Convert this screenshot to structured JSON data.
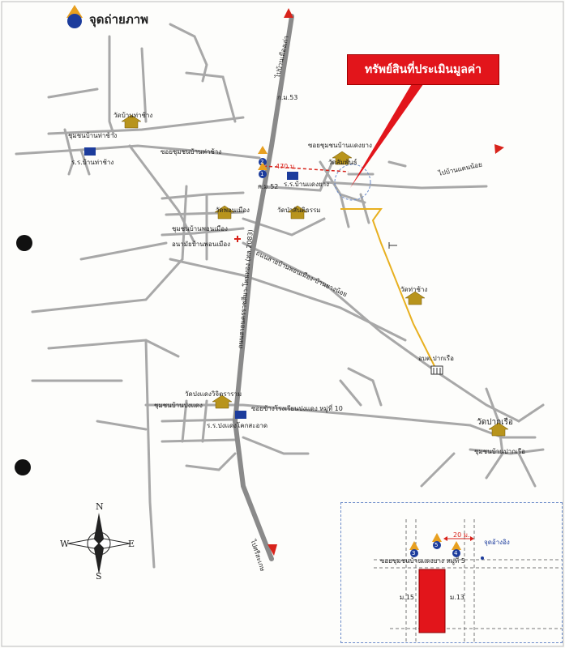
{
  "legend": {
    "title": "จุดถ่ายภาพ",
    "icon": "camera-point-icon"
  },
  "callout": {
    "text": "ทรัพย์สินที่ประเมินมูลค่า",
    "color": "#e2151b"
  },
  "labels": {
    "to_ban_mueang_kao": "ไปบ้านเมืองเก่า",
    "to_ban_dan_noi": "ไปบ้านแดนน้อย",
    "to_srisaket": "ไปศรีสะเกษ",
    "km53": "ก.ม.53",
    "km52": "ก.ม.52",
    "wat_ban_tha_chang": "วัดบ้านท่าช้าง",
    "chumchon_ban_tha_chang": "ชุมชนบ้านท่าช้าง",
    "school_ban_tha_chang": "ร.ร.บ้านท่าช้าง",
    "soi_ban_tha_chang": "ซอยชุมชนบ้านท่าช้าง",
    "soi_ban_daeng_yang": "ซอยชุมชนบ้านแดงยาง",
    "wat_sam_phan": "วัดสัมพันธ์",
    "school_ban_daeng_yang": "ร.ร.บ้านแดงยาง",
    "distance_main": "470 ม.",
    "wat_phon_mueang": "วัดพอนเมือง",
    "chumchon_ban_phon": "ชุมชนบ้านพอนเมือง",
    "anamai": "อนามัยบ้านพอนเมือง",
    "wat_pa_santi": "วัดป่าสันติธรรม",
    "road_2083": "ถนนสายนครราชสีมา-โพนทอง (ทล.2083)",
    "road_ban_phon_ban_yang": "ถนนสายบ้านพอนเมือง-บ้านยางน้อย",
    "wat_tha_chang": "วัดท่าช้าง",
    "obt_pak_ruea": "อบต.ปากเรือ",
    "wat_ban_pak_ruea": "วัดปากเรือ",
    "chumchon_pak_ruea": "ชุมชนบ้านปากเรือ",
    "wat_pong_daeng": "วัดปงแดงวิจิตราราม",
    "chumchon_pong_daeng": "ชุมชนบ้านปงแดง",
    "school_pong_daeng": "ร.ร.ปงแดงโคกสะอาด",
    "soi_school_pong_daeng": "ซอยข้างโรงเรียนปงแดง หมู่ที่ 10"
  },
  "inset": {
    "distance": "20 ม.",
    "reference_label": "จุดอ้างอิง",
    "soi_label": "ซอยชุมชนบ้านแดงยาง หมู่ที่ 5",
    "left_road": "ม.15",
    "right_road": "ม.13",
    "markers": [
      "3",
      "5",
      "4"
    ],
    "plot_color": "#e2151b"
  },
  "main_markers": [
    "2",
    "1"
  ],
  "compass": {
    "n": "N",
    "s": "S",
    "e": "E",
    "w": "W"
  },
  "colors": {
    "road": "#a8a8a8",
    "highway": "#8a8a8a",
    "access_road": "#e8b020",
    "arrow": "#d8231b",
    "flag": "#1c3c9c"
  }
}
